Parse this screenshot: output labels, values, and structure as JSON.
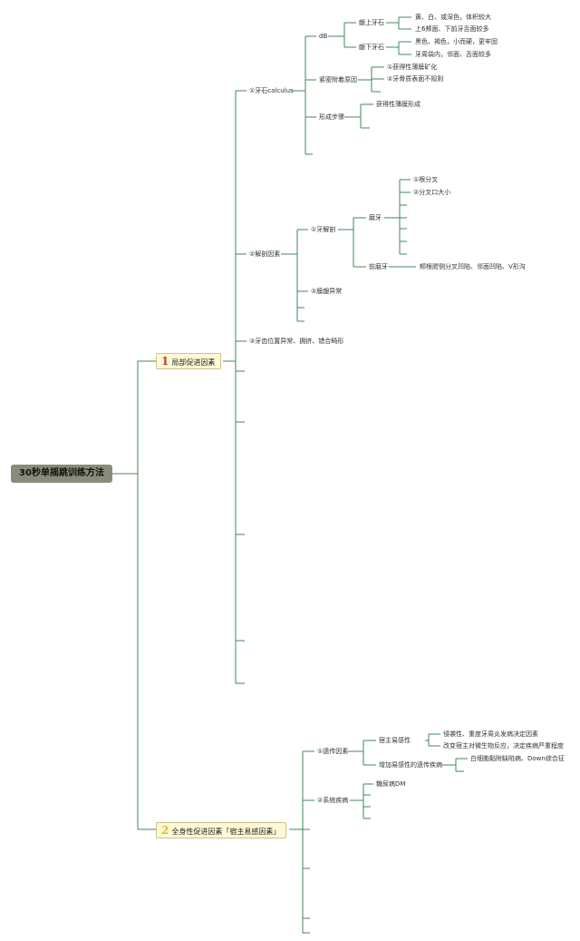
{
  "root": "30秒单摇跳训练方法",
  "branch1": {
    "num": "1",
    "label": "局部促进因素",
    "calculus": {
      "label": "①牙石calculus",
      "db": "dB",
      "supra": "龈上牙石",
      "supra_notes": [
        "黄、白、或深色，体积较大",
        "上6颊面、下前牙舌面较多"
      ],
      "sub": "龈下牙石",
      "sub_notes": [
        "黑色、褐色，小而硬，更牢固",
        "牙周袋内，邻面、舌面较多"
      ],
      "attach": "紧密附着原因",
      "attach_notes": [
        "①获得性薄膜矿化",
        "②牙骨质表面不规则"
      ],
      "steps": "形成步骤",
      "steps_notes": [
        "获得性薄膜形成"
      ]
    },
    "anatomy": {
      "label": "②解剖因素",
      "dental": "①牙解剖",
      "molar": "磨牙",
      "molar_notes": [
        "①根分叉",
        "②分叉口大小"
      ],
      "premolar": "前磨牙",
      "premolar_note": "颊根腭侧分叉凹陷、邻面凹陷、V形沟",
      "gingiva": "②膜龈异常"
    },
    "position": "③牙齿位置异常、拥挤、错合畸形"
  },
  "branch2": {
    "num": "2",
    "label": "全身性促进因素「宿主易感因素」",
    "genetic": {
      "label": "①遗传因素",
      "host": "宿主易感性",
      "host_notes": [
        "侵袭性、重度牙周炎发病决定因素",
        "改变宿主对微生物反应，决定疾病严重程度"
      ],
      "disease": "增加易感性的遗传疾病",
      "disease_note": "白细胞黏附缺陷病、Down综合征"
    },
    "systemic": {
      "label": "②系统疾病",
      "dm": "糖尿病DM"
    }
  },
  "colors": {
    "line": "#3f8a5a",
    "root_bg": "#8b8b7a",
    "cat_bg": "#fdf9d5"
  }
}
